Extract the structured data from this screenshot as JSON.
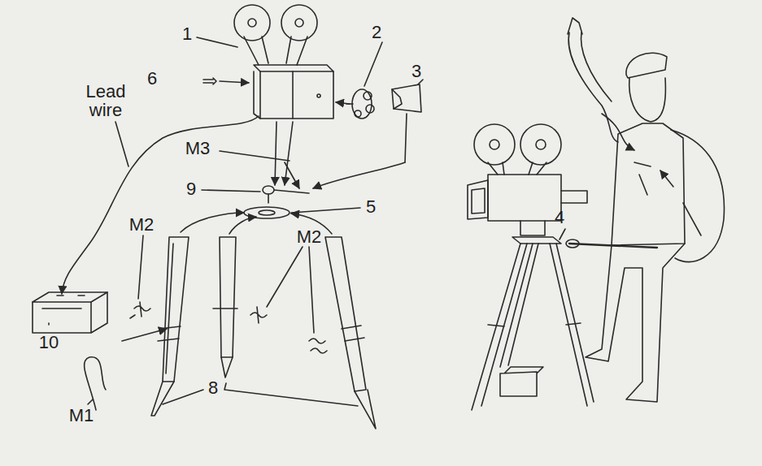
{
  "diagram": {
    "labels": [
      "1",
      "6",
      "2",
      "3",
      "Lead wire",
      "M3",
      "9",
      "5",
      "M2",
      "M2",
      "10",
      "M1",
      "8",
      "4"
    ]
  }
}
